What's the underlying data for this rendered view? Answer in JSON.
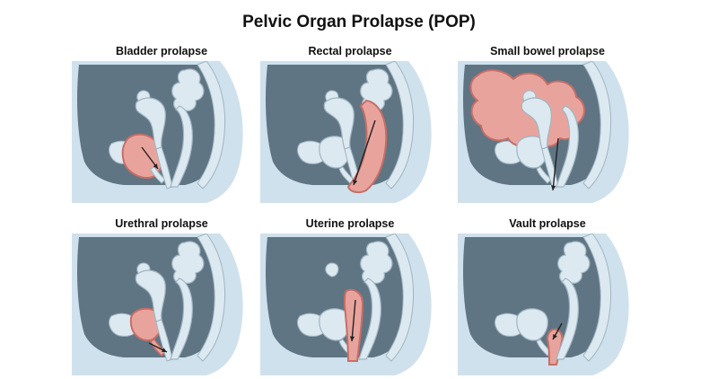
{
  "title": "Pelvic Organ Prolapse (POP)",
  "panels": [
    {
      "label": "Bladder prolapse",
      "highlight": "bladder"
    },
    {
      "label": "Rectal prolapse",
      "highlight": "rectum"
    },
    {
      "label": "Small bowel prolapse",
      "highlight": "small-bowel"
    },
    {
      "label": "Urethral prolapse",
      "highlight": "urethra"
    },
    {
      "label": "Uterine prolapse",
      "highlight": "uterus"
    },
    {
      "label": "Vault prolapse",
      "highlight": "vault"
    }
  ],
  "colors": {
    "body": "#cfe1ec",
    "cavity": "#5f7583",
    "organ": "#dde9f0",
    "organ_stroke": "#9fb5c3",
    "prolapse_fill": "#e8a49c",
    "prolapse_stroke": "#c66e68",
    "arrow": "#222222"
  }
}
